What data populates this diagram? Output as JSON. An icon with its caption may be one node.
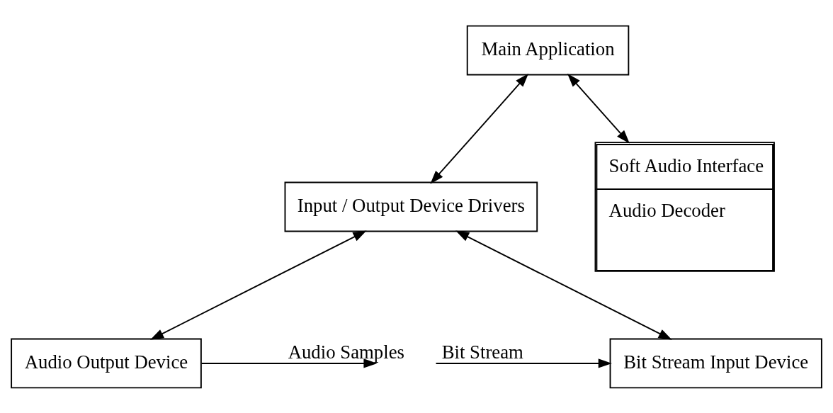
{
  "diagram": {
    "nodes": [
      {
        "text": [
          "Main Application"
        ]
      },
      {
        "text": [
          "Input / Output Device Drivers"
        ]
      },
      {
        "text": [
          "Soft Audio Interface",
          "Audio Decoder"
        ]
      },
      {
        "text": [
          "Bit Stream Input Device"
        ]
      },
      {
        "text": [
          "Audio Output Device"
        ]
      }
    ],
    "edges": [
      {
        "from": 0,
        "to": 1,
        "arrow": "both"
      },
      {
        "from": 0,
        "to": 2,
        "arrow": "both"
      },
      {
        "from": 1,
        "to": 3,
        "arrow": "both"
      },
      {
        "from": 1,
        "to": 4,
        "arrow": "both"
      },
      {
        "from": null,
        "to": 3,
        "arrow": "to",
        "label": "Bit Stream"
      },
      {
        "from": 4,
        "to": null,
        "arrow": "to",
        "label": "Audio Samples"
      }
    ]
  }
}
